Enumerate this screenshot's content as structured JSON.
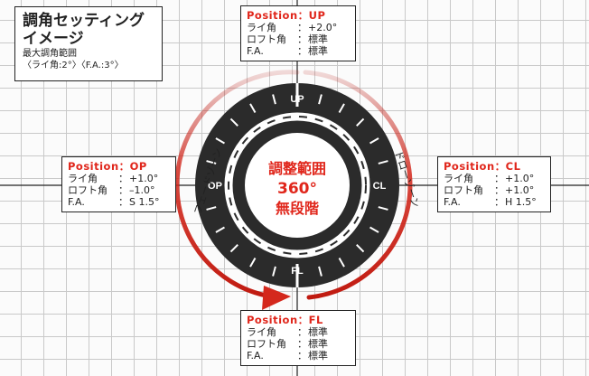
{
  "title": {
    "line1": "調角セッティング",
    "line2": "イメージ",
    "sub1": "最大調角範囲",
    "sub2": "〈ライ角:2°〉〈F.A.:3°〉"
  },
  "dial": {
    "center_line1": "調整範囲",
    "center_line2": "360°",
    "center_line3": "無段階",
    "label_up": "UP",
    "label_fl": "FL",
    "label_op": "OP",
    "label_cl": "CL",
    "zone_left": "フェードゾーン",
    "zone_right": "ドローゾーン"
  },
  "positions": {
    "up": {
      "title": "Position：UP",
      "rows": [
        {
          "k": "ライ角",
          "v": "+2.0°"
        },
        {
          "k": "ロフト角",
          "v": "標準"
        },
        {
          "k": "F.A.",
          "v": "標準"
        }
      ]
    },
    "op": {
      "title": "Position：OP",
      "rows": [
        {
          "k": "ライ角",
          "v": "+1.0°"
        },
        {
          "k": "ロフト角",
          "v": "–1.0°"
        },
        {
          "k": "F.A.",
          "v": "S 1.5°"
        }
      ]
    },
    "cl": {
      "title": "Position：CL",
      "rows": [
        {
          "k": "ライ角",
          "v": "+1.0°"
        },
        {
          "k": "ロフト角",
          "v": "+1.0°"
        },
        {
          "k": "F.A.",
          "v": "H 1.5°"
        }
      ]
    },
    "fl": {
      "title": "Position：FL",
      "rows": [
        {
          "k": "ライ角",
          "v": "標準"
        },
        {
          "k": "ロフト角",
          "v": "標準"
        },
        {
          "k": "F.A.",
          "v": "標準"
        }
      ]
    },
    "separator": "："
  },
  "colors": {
    "accent": "#e0261b",
    "arrow_dark": "#b5160f",
    "arrow_light": "#f2c7c2",
    "ring": "#2b2b2b",
    "inner": "#ffffff",
    "grid": "#c9c9c9"
  }
}
